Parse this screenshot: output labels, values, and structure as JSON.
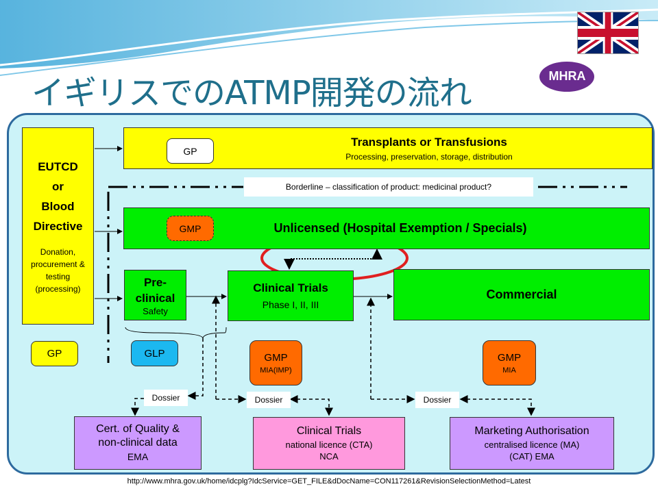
{
  "title": "イギリスでのATMP開発の流れ",
  "logo": {
    "text": "MHRA"
  },
  "flag": "uk-flag-icon",
  "eutcd": {
    "lines": [
      "EUTCD",
      "or",
      "Blood",
      "Directive"
    ],
    "sub": [
      "Donation,",
      "procurement  &",
      "testing",
      "(processing)"
    ]
  },
  "gp_left": "GP",
  "glp": "GLP",
  "transplants": {
    "tag": "GP",
    "title": "Transplants or Transfusions",
    "sub": "Processing, preservation, storage, distribution"
  },
  "borderline": "Borderline – classification of product:  medicinal product?",
  "unlicensed": {
    "tag": "GMP",
    "title": "Unlicensed (Hospital Exemption / Specials)"
  },
  "preclinical": {
    "title1": "Pre-",
    "title2": "clinical",
    "sub": "Safety"
  },
  "clinical": {
    "title": "Clinical Trials",
    "sub": "Phase I, II, III"
  },
  "commercial": {
    "title": "Commercial"
  },
  "gmp_imp": {
    "title": "GMP",
    "sub": "MIA(IMP)"
  },
  "gmp_mia": {
    "title": "GMP",
    "sub": "MIA"
  },
  "dossier": [
    "Dossier",
    "Dossier",
    "Dossier"
  ],
  "cert": {
    "line1": "Cert. of Quality &",
    "line2": "non-clinical data",
    "line3": "EMA"
  },
  "cta": {
    "line1": "Clinical Trials",
    "line2": "national licence (CTA)",
    "line3": "NCA"
  },
  "ma": {
    "line1": "Marketing Authorisation",
    "line2": "centralised licence (MA)",
    "line3": "(CAT) EMA"
  },
  "url": "http://www.mhra.gov.uk/home/idcplg?IdcService=GET_FILE&dDocName=CON117261&RevisionSelectionMethod=Latest",
  "colors": {
    "accent": "#1f6f8b",
    "highlight": "#e02020"
  }
}
